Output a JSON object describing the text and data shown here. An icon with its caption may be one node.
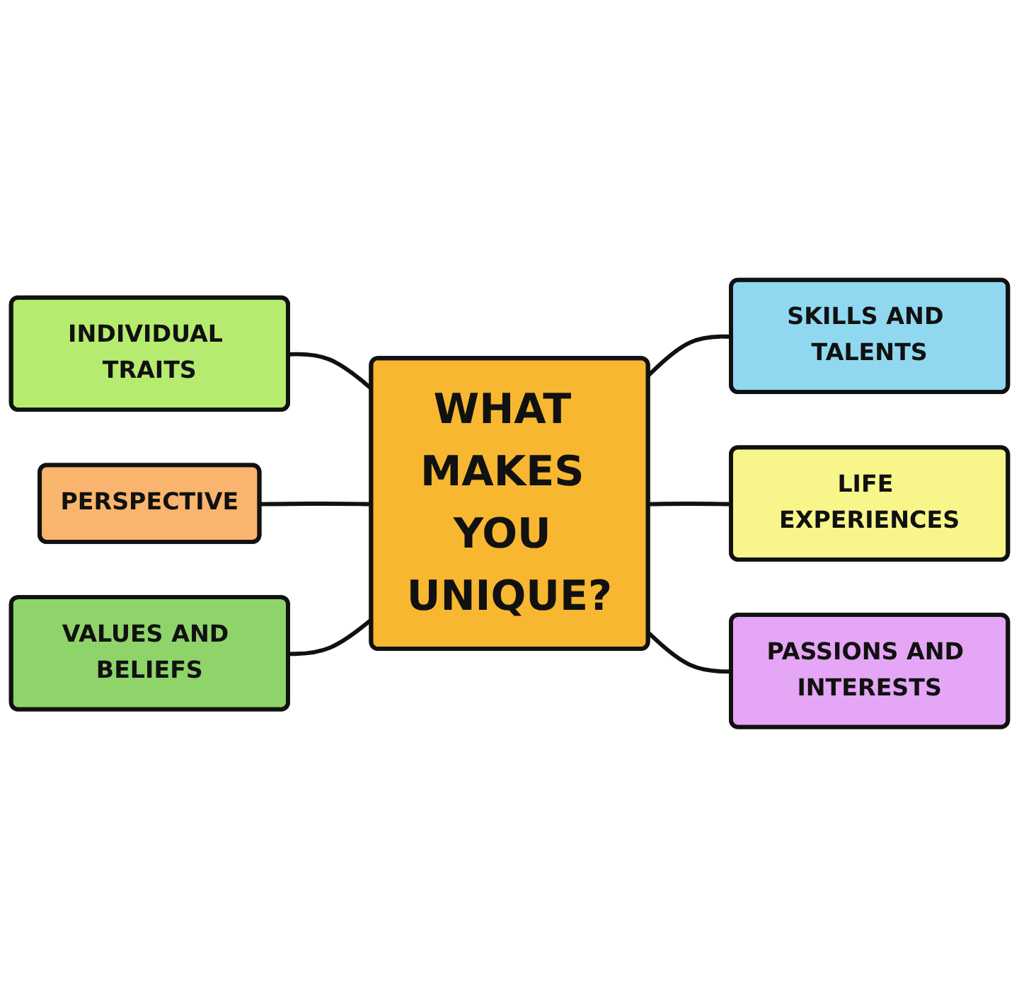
{
  "diagram": {
    "nodes": [
      {
        "text": [
          "SKILLS AND TALENTS"
        ]
      },
      {
        "text": [
          "INDIVIDUAL TRAITS"
        ]
      },
      {
        "text": [
          "LIFE EXPERIENCES"
        ]
      },
      {
        "text": [
          "WHAT MAKES YOU UNIQUE?"
        ]
      },
      {
        "text": [
          "PERSPECTIVE"
        ]
      },
      {
        "text": [
          "PASSIONS AND INTERESTS"
        ]
      },
      {
        "text": [
          "VALUES AND BELIEFS"
        ]
      }
    ],
    "edges": [
      {
        "from": 1,
        "to": 3,
        "arrow": "none"
      },
      {
        "from": 4,
        "to": 3,
        "arrow": "none"
      },
      {
        "from": 6,
        "to": 3,
        "arrow": "none"
      },
      {
        "from": 3,
        "to": 0,
        "arrow": "none"
      },
      {
        "from": 3,
        "to": 2,
        "arrow": "none"
      },
      {
        "from": 3,
        "to": 5,
        "arrow": "none"
      }
    ]
  }
}
